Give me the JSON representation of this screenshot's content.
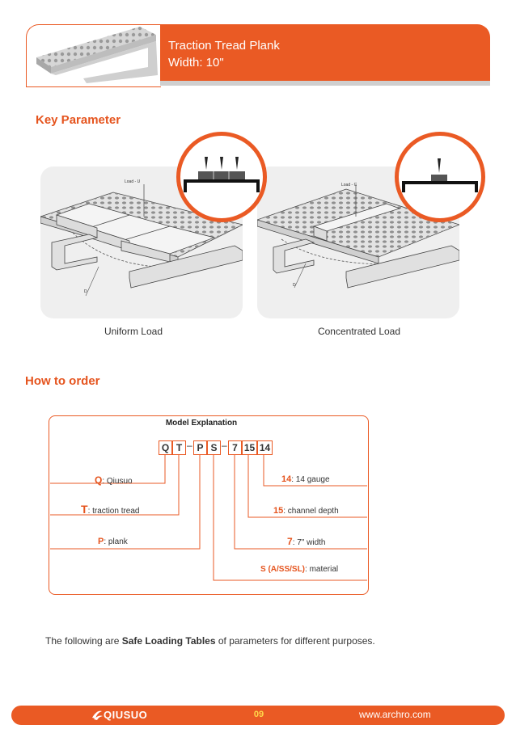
{
  "header": {
    "title_line1": "Traction Tread Plank",
    "title_line2": "Width: 10\""
  },
  "key_parameter": {
    "title": "Key Parameter",
    "uniform": {
      "caption": "Uniform Load",
      "load_label": "Load - U",
      "d_label": "D"
    },
    "concentrated": {
      "caption": "Concentrated Load",
      "load_label": "Load - C",
      "d_label": "D"
    }
  },
  "how_to_order": {
    "title": "How to order",
    "model_title": "Model Explanation",
    "code": [
      "Q",
      "T",
      "P",
      "S",
      "7",
      "15",
      "14"
    ],
    "dash": "–",
    "left_items": [
      {
        "key": "Q",
        "desc": ": Qiusuo"
      },
      {
        "key": "T",
        "desc": ": traction tread"
      },
      {
        "key": "P",
        "desc": ": plank"
      }
    ],
    "right_items": [
      {
        "key": "14",
        "desc": ": 14 gauge"
      },
      {
        "key": "15",
        "desc": ": channel depth"
      },
      {
        "key": "7",
        "desc": ": 7\" width"
      },
      {
        "key": "S (A/SS/SL)",
        "desc": ": material"
      }
    ]
  },
  "note": {
    "before": "The following are ",
    "bold": "Safe Loading Tables",
    "after": " of parameters for different purposes."
  },
  "footer": {
    "logo": "QIUSUO",
    "page": "09",
    "url": "www.archro.com"
  },
  "colors": {
    "accent": "#ea5a24",
    "panel": "#efefef"
  }
}
